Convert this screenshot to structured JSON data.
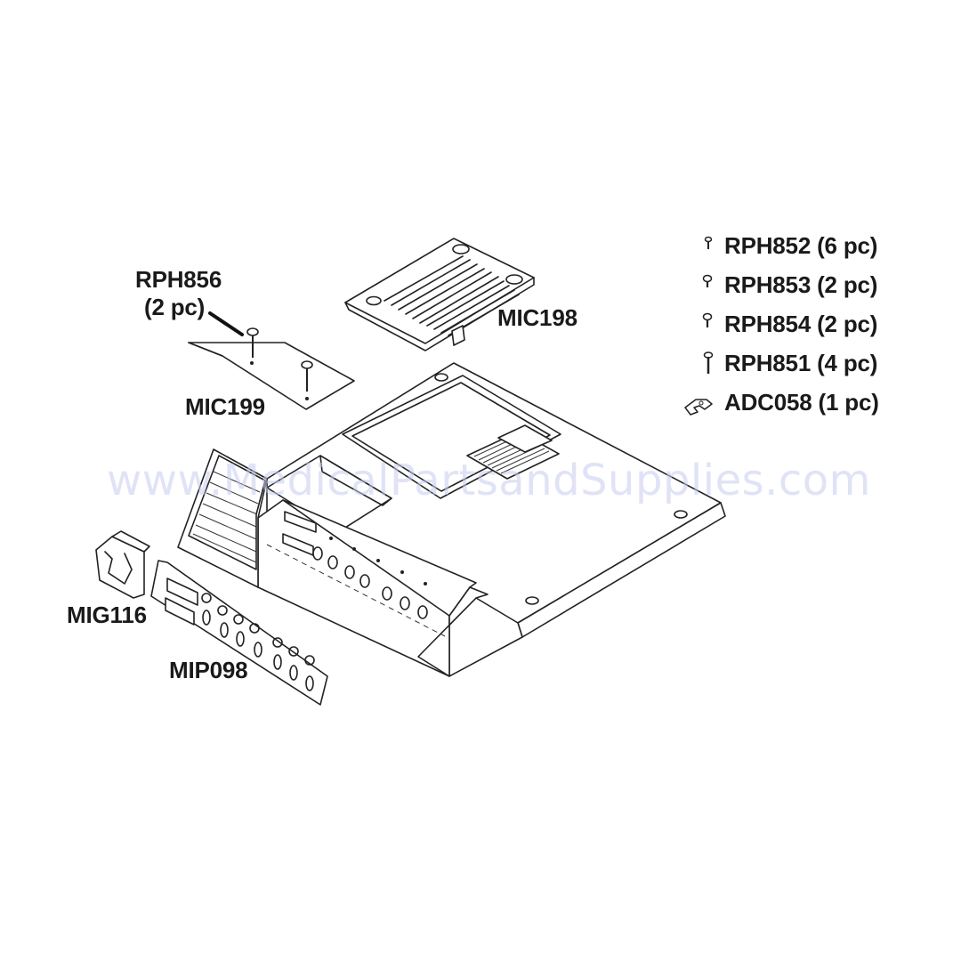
{
  "watermark": "www.MedicalPartsandSupplies.com",
  "parts": {
    "rph856": "RPH856",
    "rph856_qty": "(2 pc)",
    "mic198": "MIC198",
    "mic199": "MIC199",
    "mig116": "MIG116",
    "mip098": "MIP098"
  },
  "hardware_legend": [
    {
      "label": "RPH852 (6 pc)",
      "icon": "small-screw-icon"
    },
    {
      "label": "RPH853 (2 pc)",
      "icon": "pan-head-screw-icon"
    },
    {
      "label": "RPH854 (2 pc)",
      "icon": "pan-head-screw-icon"
    },
    {
      "label": "RPH851 (4 pc)",
      "icon": "long-screw-icon"
    },
    {
      "label": "ADC058 (1 pc)",
      "icon": "cable-clip-icon"
    }
  ]
}
